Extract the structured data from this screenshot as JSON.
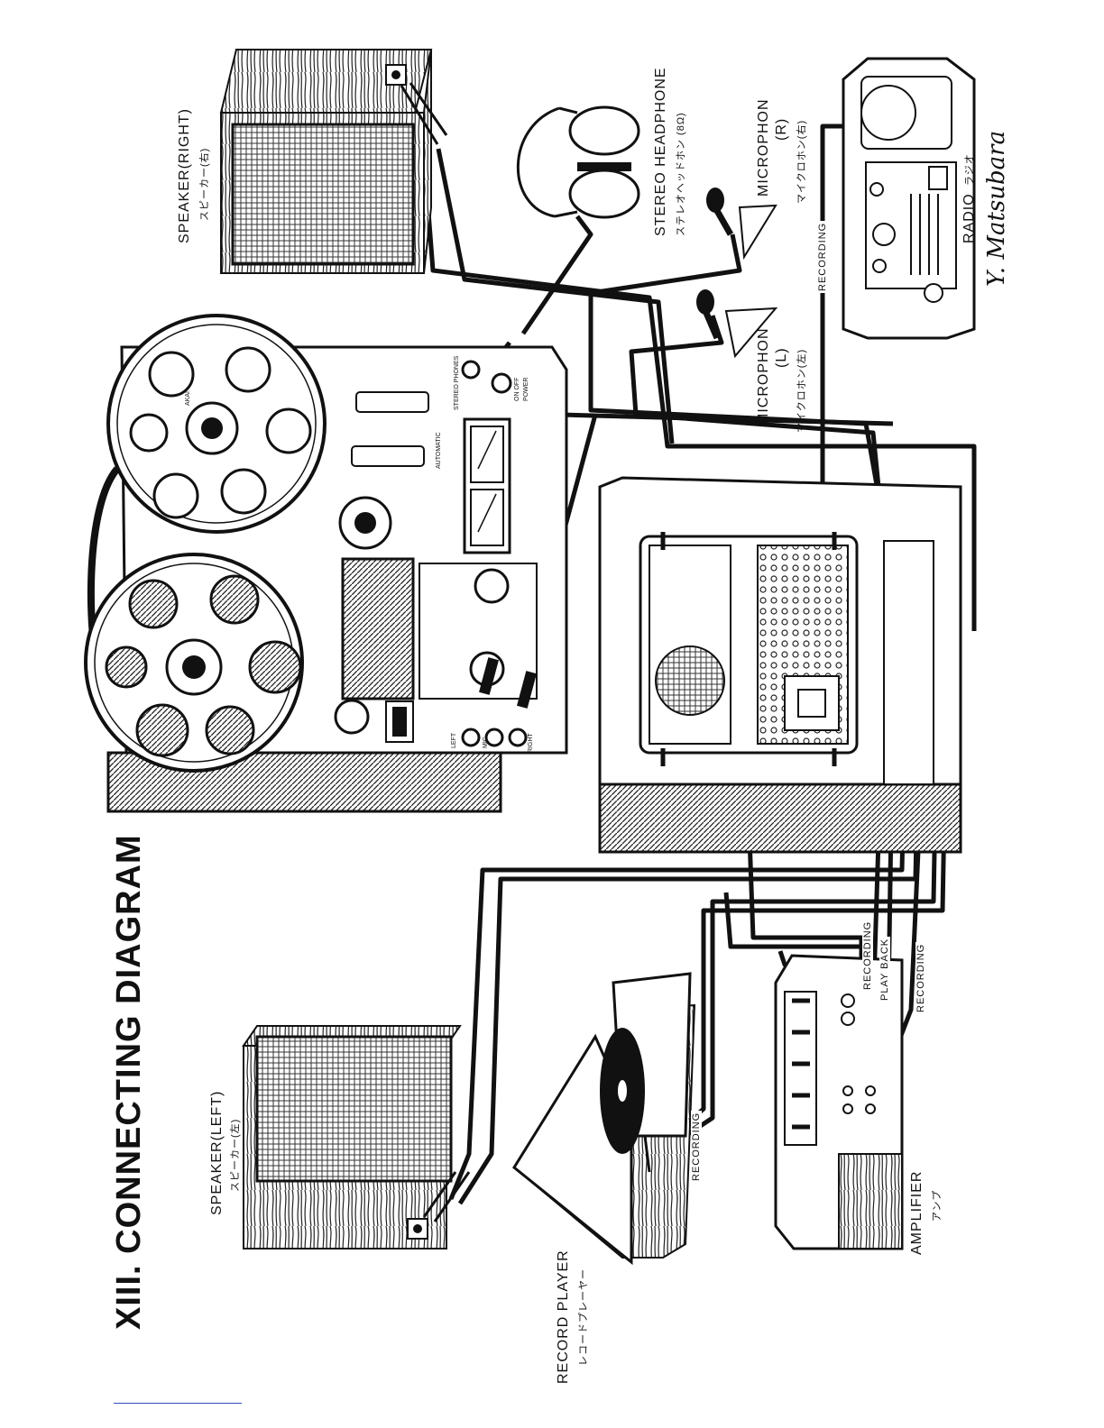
{
  "title": "XIII.   CONNECTING DIAGRAM",
  "labels": {
    "speaker_right": "SPEAKER(RIGHT)",
    "speaker_right_jp": "スピーカー(右)",
    "speaker_left": "SPEAKER(LEFT)",
    "speaker_left_jp": "スピーカー(左)",
    "stereo_headphone": "STEREO HEADPHONE",
    "stereo_headphone_jp": "ステレオヘッドホン (8Ω)",
    "microphone_r": "MICROPHON",
    "microphone_r_side": "(R)",
    "microphone_r_jp": "マイクロホン(右)",
    "microphone_l": "MICROPHON",
    "microphone_l_side": "(L)",
    "microphone_l_jp": "マイクロホン(左)",
    "radio": "RADIO",
    "radio_jp": "ラジオ",
    "record_player": "RECORD PLAYER",
    "record_player_jp": "レコードプレーヤー",
    "amplifier": "AMPLIFIER",
    "amplifier_jp": "アンプ"
  },
  "cable_labels": {
    "radio_recording": "RECORDING",
    "player_recording": "RECORDING",
    "amp_recording_1": "RECORDING",
    "amp_playback": "PLAY BACK",
    "amp_recording_2": "RECORDING"
  },
  "deck_panel": {
    "brand": "AKAI",
    "stereo_headphones": "STEREO PHONES",
    "power": "POWER",
    "on_off": "ON  OFF",
    "left": "LEFT",
    "mic": "MIC",
    "right": "RIGHT",
    "automatic": "AUTOMATIC"
  },
  "signature": "Y. Matsubara",
  "colors": {
    "ink": "#111111",
    "paper": "#ffffff",
    "rule": "#3050c0"
  }
}
